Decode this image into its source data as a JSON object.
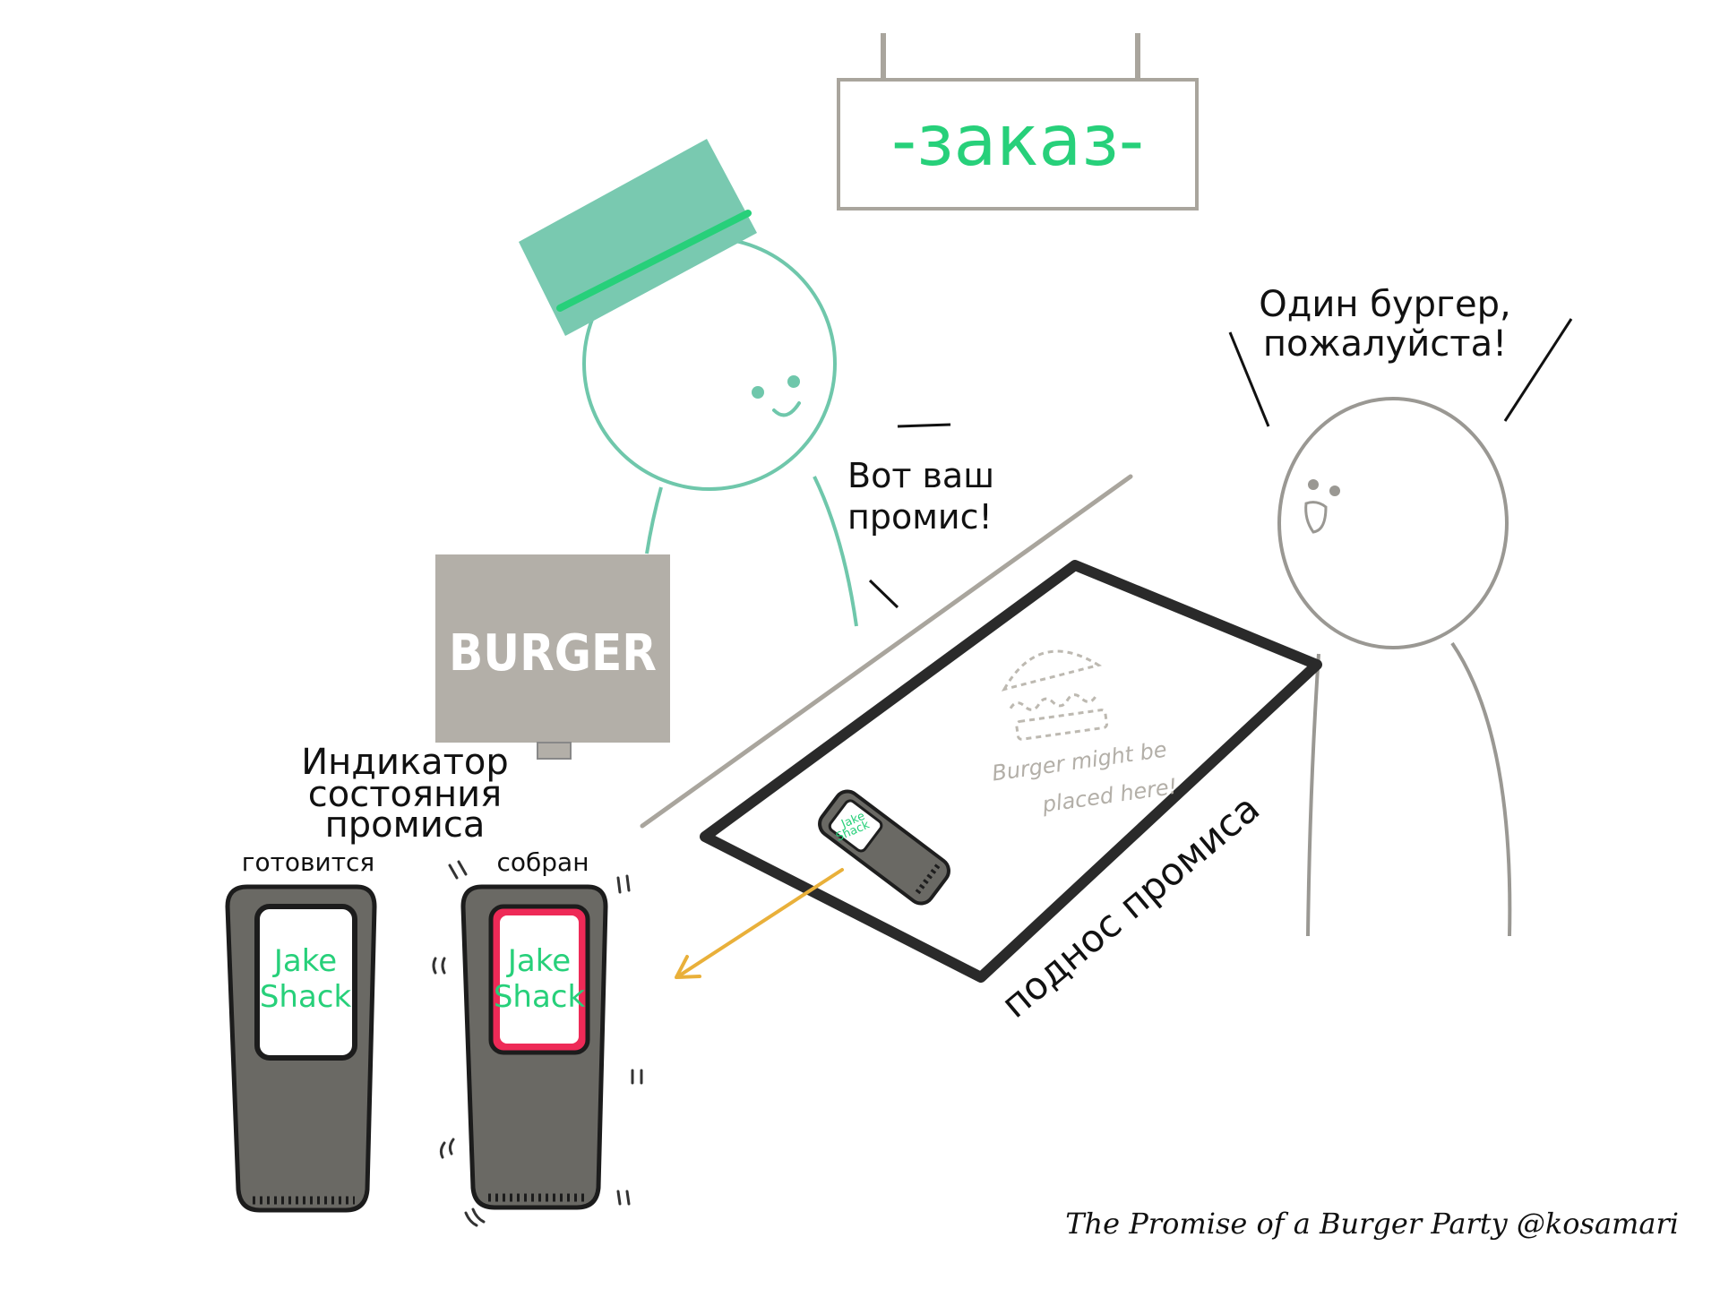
{
  "sign": {
    "text": "-заказ-"
  },
  "cashier": {
    "speech_line1": "Вот ваш",
    "speech_line2": "промис!"
  },
  "customer": {
    "speech_line1": "Один бургер,",
    "speech_line2": "пожалуйста!"
  },
  "burger_sign": {
    "text": "BURGER"
  },
  "tray": {
    "placeholder_line1": "Burger might be",
    "placeholder_line2": "placed here!",
    "label": "поднос промиса"
  },
  "tray_pager": {
    "line1": "Jake",
    "line2": "Shack"
  },
  "indicator": {
    "title_lines": [
      "Индикатор",
      "состояния",
      "промиса"
    ],
    "states": [
      {
        "label": "готовится",
        "brand_line1": "Jake",
        "brand_line2": "Shack"
      },
      {
        "label": "собран",
        "brand_line1": "Jake",
        "brand_line2": "Shack"
      }
    ]
  },
  "credit": "The Promise of a Burger Party @kosamari",
  "colors": {
    "accent_green": "#27d07a",
    "cashier_teal": "#6fc7ab",
    "hat_fill": "#79c9b0",
    "gray": "#a9a59d",
    "sign_gray": "#b3afa8",
    "customer_gray": "#9a9893",
    "pager_body": "#6a6964",
    "ready_red": "#ee2a57",
    "arrow_orange": "#e9b03a",
    "ink": "#111111"
  }
}
